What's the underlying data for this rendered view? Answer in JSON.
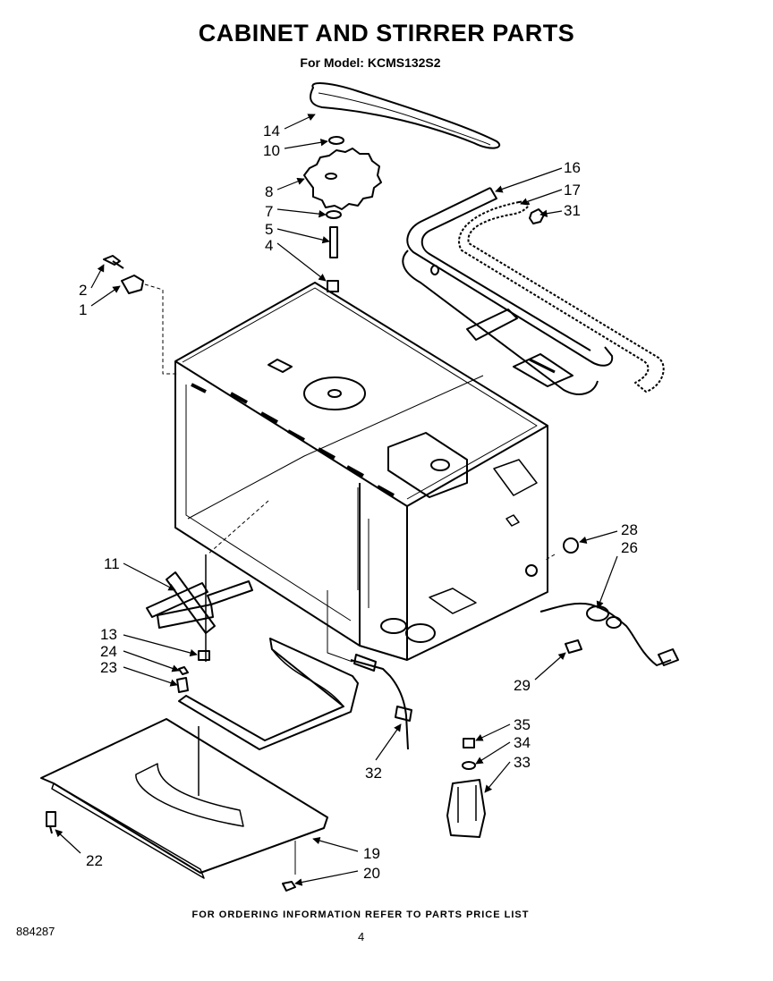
{
  "title": "CABINET AND STIRRER PARTS",
  "subtitle": "For Model: KCMS132S2",
  "footer_note": "FOR ORDERING INFORMATION REFER TO PARTS PRICE LIST",
  "doc_number": "884287",
  "page_number": "4",
  "callouts": [
    {
      "id": "c14",
      "label": "14"
    },
    {
      "id": "c10",
      "label": "10"
    },
    {
      "id": "c8",
      "label": "8"
    },
    {
      "id": "c7",
      "label": "7"
    },
    {
      "id": "c5",
      "label": "5"
    },
    {
      "id": "c4",
      "label": "4"
    },
    {
      "id": "c2",
      "label": "2"
    },
    {
      "id": "c1",
      "label": "1"
    },
    {
      "id": "c16",
      "label": "16"
    },
    {
      "id": "c17",
      "label": "17"
    },
    {
      "id": "c31",
      "label": "31"
    },
    {
      "id": "c11",
      "label": "11"
    },
    {
      "id": "c13",
      "label": "13"
    },
    {
      "id": "c24",
      "label": "24"
    },
    {
      "id": "c23",
      "label": "23"
    },
    {
      "id": "c28",
      "label": "28"
    },
    {
      "id": "c26",
      "label": "26"
    },
    {
      "id": "c29",
      "label": "29"
    },
    {
      "id": "c35",
      "label": "35"
    },
    {
      "id": "c34",
      "label": "34"
    },
    {
      "id": "c33",
      "label": "33"
    },
    {
      "id": "c32",
      "label": "32"
    },
    {
      "id": "c22",
      "label": "22"
    },
    {
      "id": "c19",
      "label": "19"
    },
    {
      "id": "c20",
      "label": "20"
    }
  ]
}
